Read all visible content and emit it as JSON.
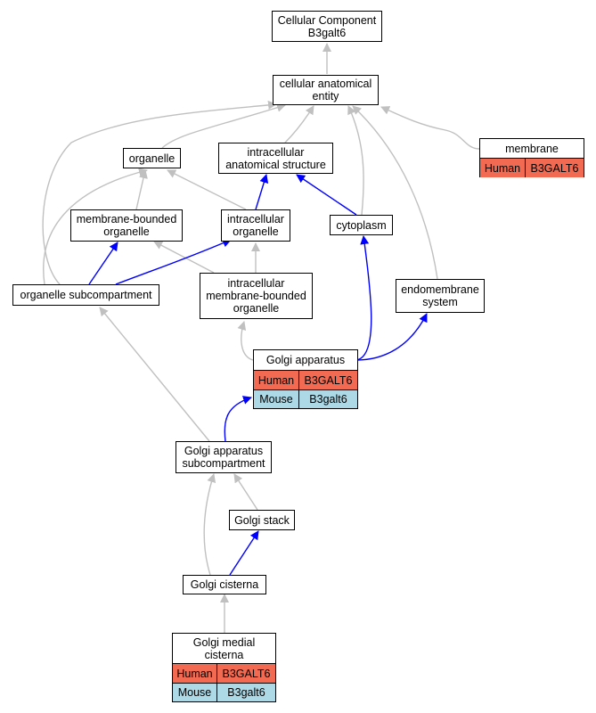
{
  "colors": {
    "grey_edge": "#c0c0c0",
    "blue_edge": "#0000ff",
    "human": "#f26a51",
    "mouse": "#add8e6"
  },
  "nodes": {
    "cellular_component": {
      "label": "Cellular Component\nB3galt6"
    },
    "cellular_anatomical_entity": {
      "label": "cellular anatomical\nentity"
    },
    "organelle": {
      "label": "organelle"
    },
    "intracellular_anatomical_structure": {
      "label": "intracellular\nanatomical structure"
    },
    "membrane": {
      "label": "membrane",
      "species": [
        {
          "name": "Human",
          "gene": "B3GALT6"
        }
      ]
    },
    "membrane_bounded_organelle": {
      "label": "membrane-bounded\norganelle"
    },
    "intracellular_organelle": {
      "label": "intracellular\norganelle"
    },
    "cytoplasm": {
      "label": "cytoplasm"
    },
    "organelle_subcompartment": {
      "label": "organelle subcompartment"
    },
    "intracellular_membrane_bounded_organelle": {
      "label": "intracellular\nmembrane-bounded\norganelle"
    },
    "endomembrane_system": {
      "label": "endomembrane\nsystem"
    },
    "golgi_apparatus": {
      "label": "Golgi apparatus",
      "species": [
        {
          "name": "Human",
          "gene": "B3GALT6"
        },
        {
          "name": "Mouse",
          "gene": "B3galt6"
        }
      ]
    },
    "golgi_apparatus_subcompartment": {
      "label": "Golgi apparatus\nsubcompartment"
    },
    "golgi_stack": {
      "label": "Golgi stack"
    },
    "golgi_cisterna": {
      "label": "Golgi cisterna"
    },
    "golgi_medial_cisterna": {
      "label": "Golgi medial\ncisterna",
      "species": [
        {
          "name": "Human",
          "gene": "B3GALT6"
        },
        {
          "name": "Mouse",
          "gene": "B3galt6"
        }
      ]
    }
  }
}
